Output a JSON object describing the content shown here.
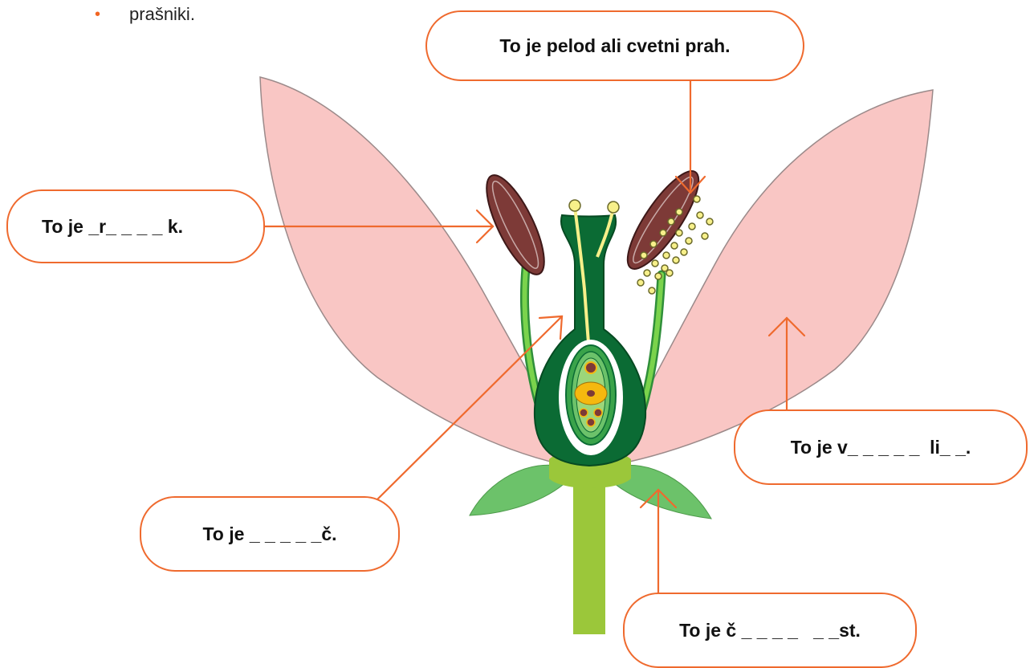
{
  "bullet": {
    "marker": "•",
    "text": "prašniki."
  },
  "labels": {
    "pollen": "To je pelod ali cvetni prah.",
    "anther": "To je _r_ _ _ _ k.",
    "petal": "To je v_ _ _ _ _  li_ _.",
    "pistil": "To je _ _ _ _ _č.",
    "sepal": "To je č _ _ _ _   _ _st."
  },
  "colors": {
    "accent": "#ef6a2e",
    "petal_fill": "#f9c6c4",
    "pistil_dark": "#0b6b34",
    "stem": "#9bc73a",
    "anther": "#7d3a37",
    "pollen": "#f7f08a"
  }
}
